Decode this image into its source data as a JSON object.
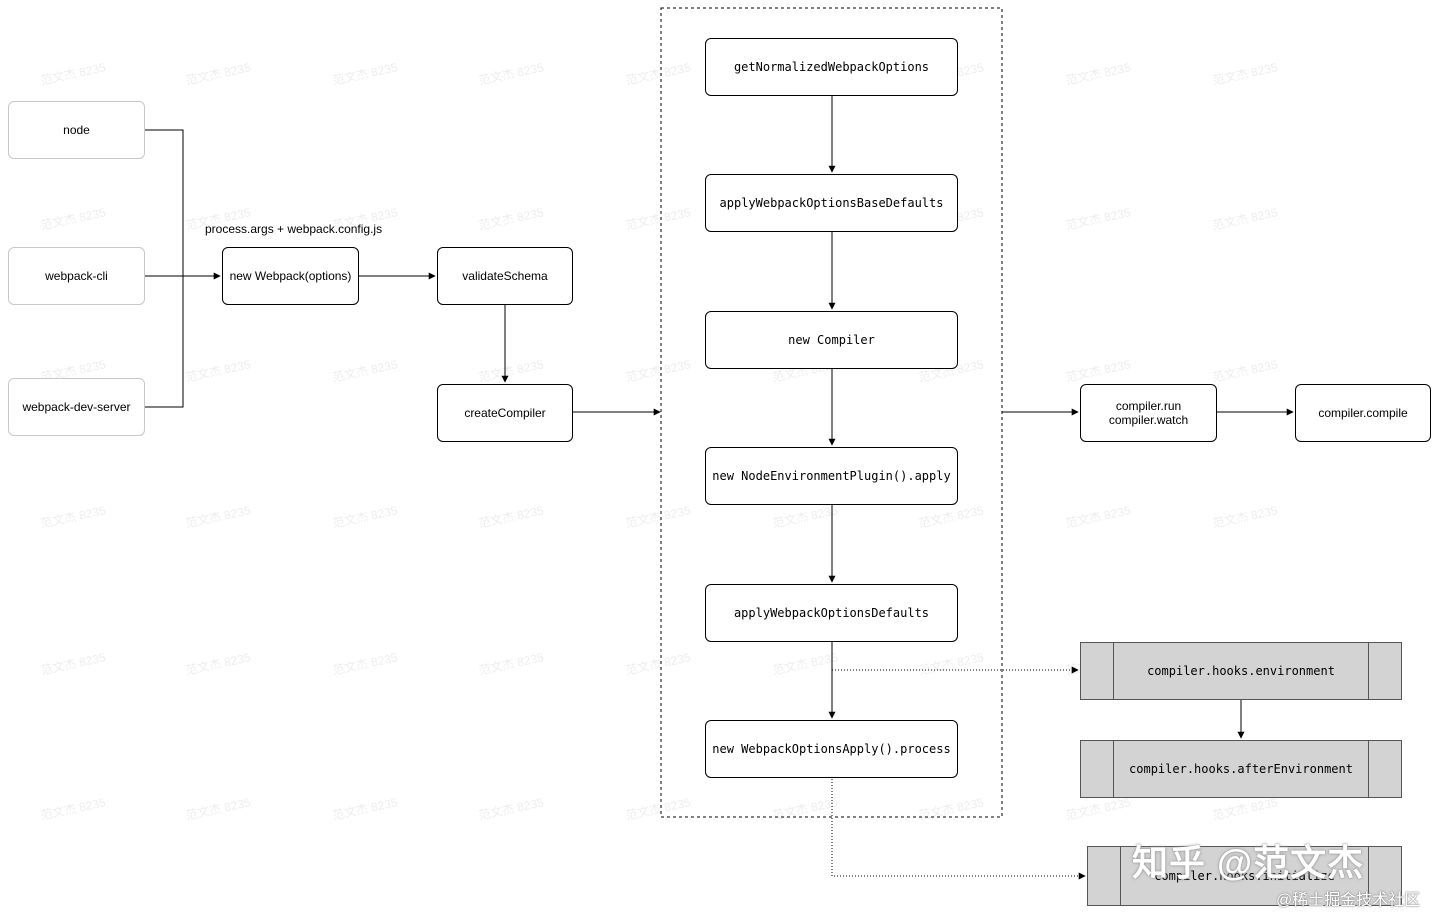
{
  "nodes": {
    "node": "node",
    "webpack_cli": "webpack-cli",
    "webpack_dev_server": "webpack-dev-server",
    "new_webpack": "new Webpack(options)",
    "validate_schema": "validateSchema",
    "create_compiler": "createCompiler",
    "get_normalized": "getNormalizedWebpackOptions",
    "apply_base_defaults": "applyWebpackOptionsBaseDefaults",
    "new_compiler": "new Compiler",
    "node_env_plugin": "new NodeEnvironmentPlugin().apply",
    "apply_defaults": "applyWebpackOptionsDefaults",
    "options_apply": "new WebpackOptionsApply().process",
    "compiler_run_watch": "compiler.run\ncompiler.watch",
    "compiler_compile": "compiler.compile",
    "hooks_environment": "compiler.hooks.environment",
    "hooks_after_environment": "compiler.hooks.afterEnvironment",
    "hooks_initialize": "compiler.hooks.initialize"
  },
  "edge_label": "process.args + webpack.config.js",
  "watermark": {
    "main": "知乎 @范文杰",
    "sub": "@稀土掘金技术社区",
    "tile": "范文杰 8235"
  }
}
